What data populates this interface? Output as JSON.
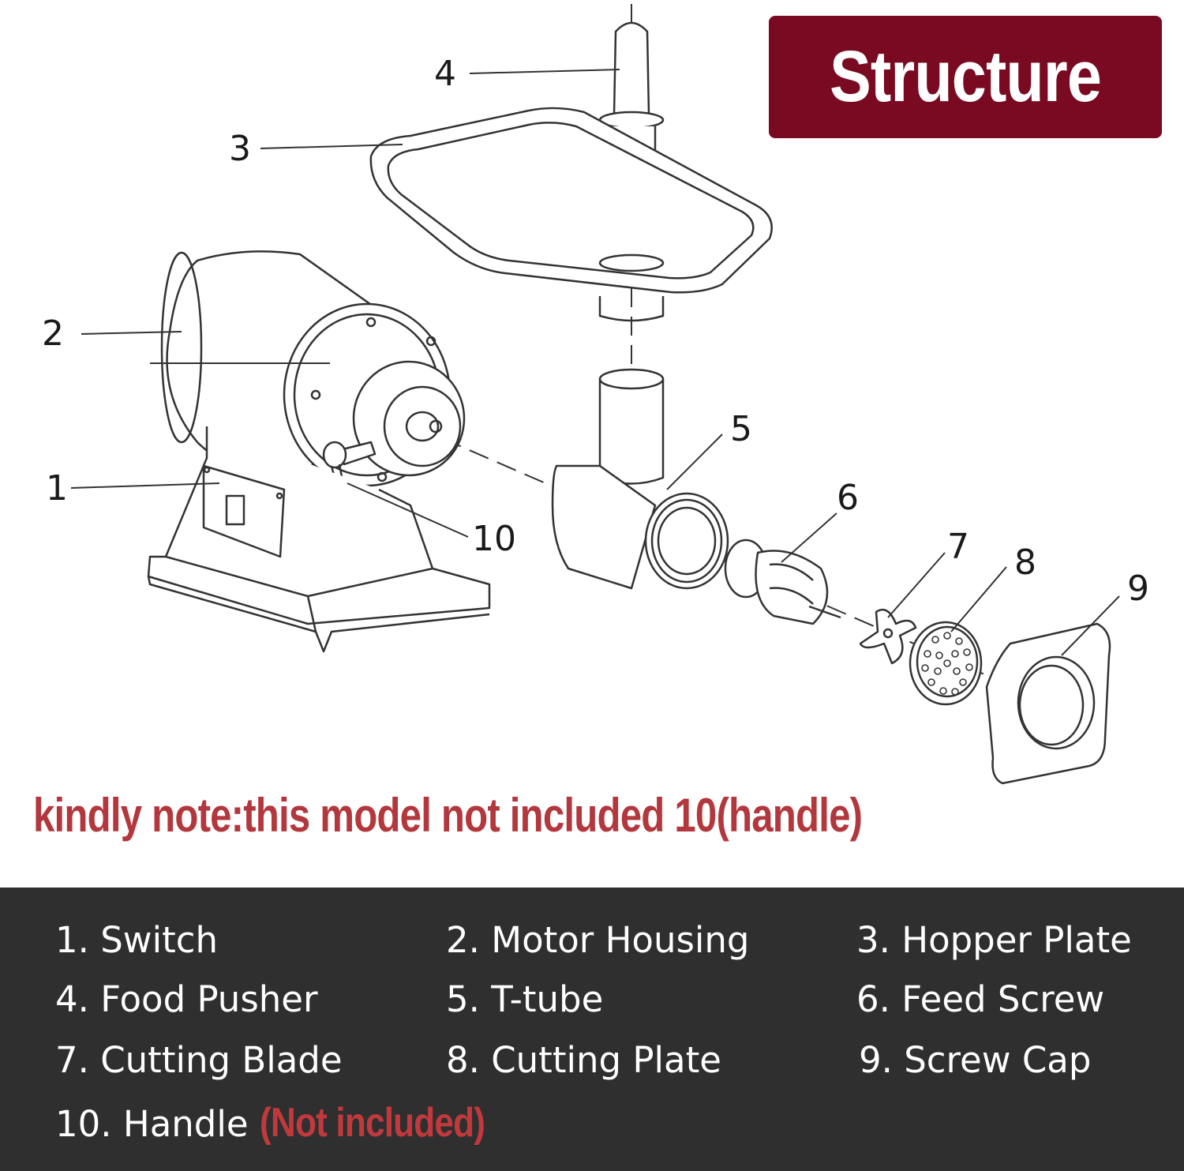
{
  "title": "Structure",
  "note": "kindly note:this model not included 10(handle)",
  "callouts": [
    "1",
    "2",
    "3",
    "4",
    "5",
    "6",
    "7",
    "8",
    "9",
    "10"
  ],
  "legend": [
    {
      "label": "1. Switch"
    },
    {
      "label": "2. Motor Housing"
    },
    {
      "label": "3. Hopper Plate"
    },
    {
      "label": "4. Food Pusher"
    },
    {
      "label": "5. T-tube"
    },
    {
      "label": "6. Feed Screw"
    },
    {
      "label": "7. Cutting Blade"
    },
    {
      "label": "8. Cutting Plate"
    },
    {
      "label": "9. Screw Cap"
    },
    {
      "label": "10. Handle",
      "suffix": "(Not included)"
    }
  ],
  "colors": {
    "title_bg": "#7a0a21",
    "note_text": "#b3383d",
    "legend_bg": "#2f2f2f",
    "legend_highlight": "#c0393d"
  }
}
